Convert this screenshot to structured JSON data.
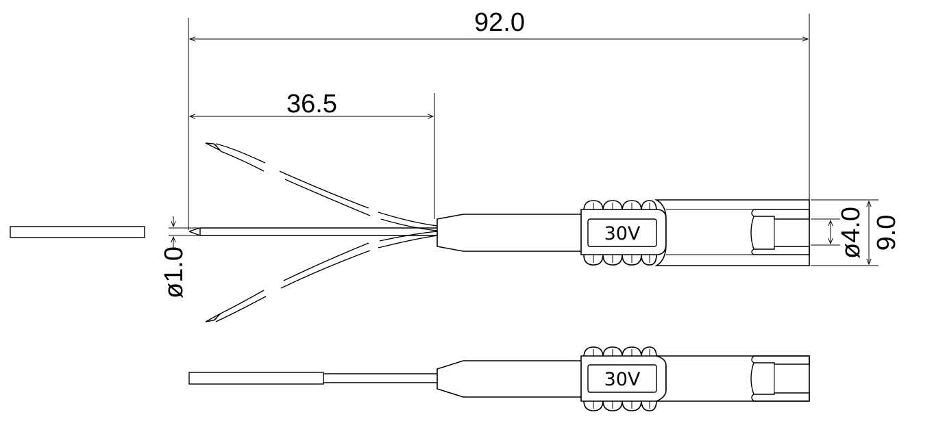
{
  "dimensions": {
    "total_length": "92.0",
    "wire_length": "36.5",
    "pin_diameter": "ø1.0",
    "socket_inner_diameter": "ø4.0",
    "body_diameter": "9.0"
  },
  "probe_label_top": "30V",
  "probe_label_bottom": "30V"
}
